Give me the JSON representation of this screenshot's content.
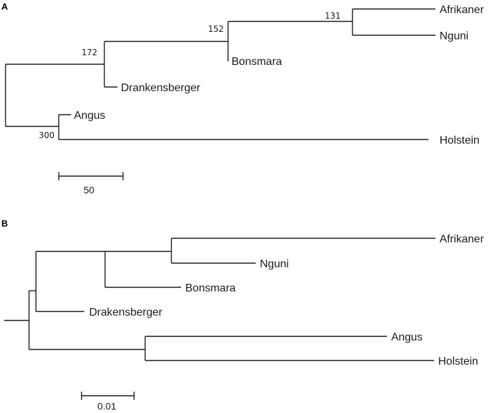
{
  "panel_a": {
    "label": "A",
    "taxa": {
      "afrikaner": "Afrikaner",
      "nguni": "Nguni",
      "bonsmara": "Bonsmara",
      "drakensberger": "Drankensberger",
      "angus": "Angus",
      "holstein": "Holstein"
    },
    "support": {
      "afrikaner_nguni": "131",
      "bonsmara_clade": "152",
      "drakensberger_clade": "172",
      "angus_holstein": "300"
    },
    "scale_label": "50"
  },
  "panel_b": {
    "label": "B",
    "taxa": {
      "afrikaner": "Afrikaner",
      "nguni": "Nguni",
      "bonsmara": "Bonsmara",
      "drakensberger": "Drakensberger",
      "angus": "Angus",
      "holstein": "Holstein"
    },
    "scale_label": "0.01"
  }
}
